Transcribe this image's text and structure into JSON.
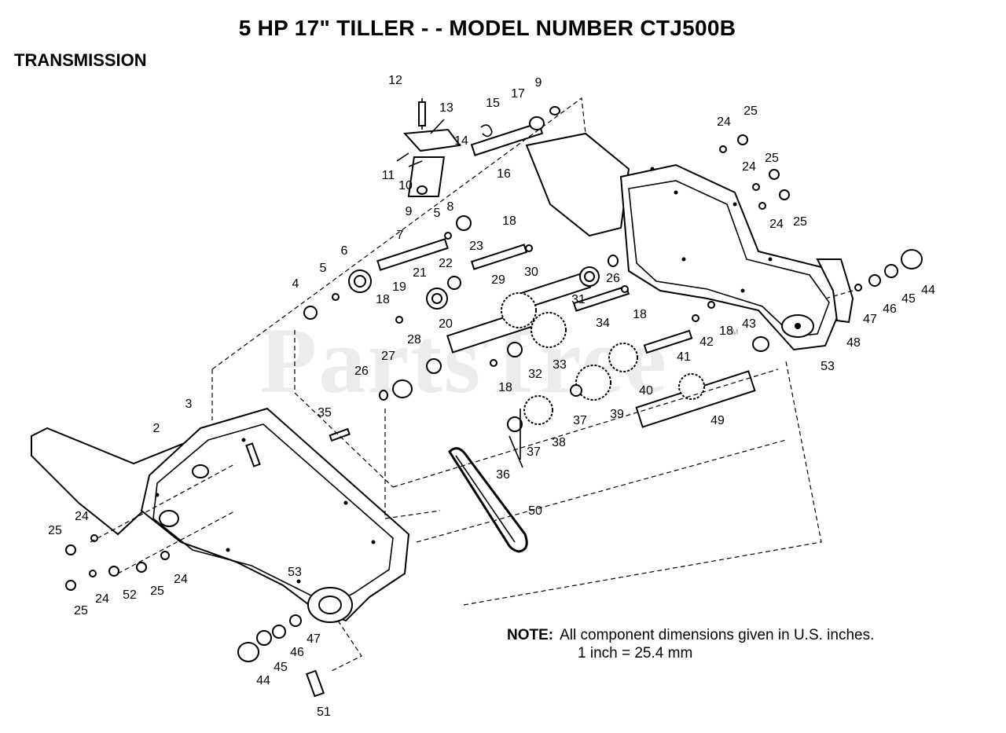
{
  "header": {
    "title": "5 HP 17\" TILLER - - MODEL NUMBER CTJ500B",
    "section": "TRANSMISSION"
  },
  "watermark": {
    "text": "PartsTree",
    "tm": "TM"
  },
  "note": {
    "label": "NOTE:",
    "line1": "All component dimensions given in U.S. inches.",
    "line2": "1 inch = 25.4 mm"
  },
  "callouts": [
    {
      "id": "c2",
      "text": "2"
    },
    {
      "id": "c3",
      "text": "3"
    },
    {
      "id": "c4",
      "text": "4"
    },
    {
      "id": "c5a",
      "text": "5"
    },
    {
      "id": "c5b",
      "text": "5"
    },
    {
      "id": "c6",
      "text": "6"
    },
    {
      "id": "c7",
      "text": "7"
    },
    {
      "id": "c8",
      "text": "8"
    },
    {
      "id": "c9a",
      "text": "9"
    },
    {
      "id": "c9b",
      "text": "9"
    },
    {
      "id": "c10",
      "text": "10"
    },
    {
      "id": "c11",
      "text": "11"
    },
    {
      "id": "c12",
      "text": "12"
    },
    {
      "id": "c13",
      "text": "13"
    },
    {
      "id": "c14",
      "text": "14"
    },
    {
      "id": "c15",
      "text": "15"
    },
    {
      "id": "c16",
      "text": "16"
    },
    {
      "id": "c17",
      "text": "17"
    },
    {
      "id": "c18a",
      "text": "18"
    },
    {
      "id": "c18b",
      "text": "18"
    },
    {
      "id": "c18c",
      "text": "18"
    },
    {
      "id": "c18d",
      "text": "18"
    },
    {
      "id": "c18e",
      "text": "18"
    },
    {
      "id": "c19",
      "text": "19"
    },
    {
      "id": "c20",
      "text": "20"
    },
    {
      "id": "c21",
      "text": "21"
    },
    {
      "id": "c22",
      "text": "22"
    },
    {
      "id": "c23",
      "text": "23"
    },
    {
      "id": "c24a",
      "text": "24"
    },
    {
      "id": "c24b",
      "text": "24"
    },
    {
      "id": "c24c",
      "text": "24"
    },
    {
      "id": "c24d",
      "text": "24"
    },
    {
      "id": "c24e",
      "text": "24"
    },
    {
      "id": "c24f",
      "text": "24"
    },
    {
      "id": "c25a",
      "text": "25"
    },
    {
      "id": "c25b",
      "text": "25"
    },
    {
      "id": "c25c",
      "text": "25"
    },
    {
      "id": "c25d",
      "text": "25"
    },
    {
      "id": "c25e",
      "text": "25"
    },
    {
      "id": "c25f",
      "text": "25"
    },
    {
      "id": "c26a",
      "text": "26"
    },
    {
      "id": "c26b",
      "text": "26"
    },
    {
      "id": "c27",
      "text": "27"
    },
    {
      "id": "c28",
      "text": "28"
    },
    {
      "id": "c29",
      "text": "29"
    },
    {
      "id": "c30",
      "text": "30"
    },
    {
      "id": "c31",
      "text": "31"
    },
    {
      "id": "c32",
      "text": "32"
    },
    {
      "id": "c33",
      "text": "33"
    },
    {
      "id": "c34",
      "text": "34"
    },
    {
      "id": "c35",
      "text": "35"
    },
    {
      "id": "c36",
      "text": "36"
    },
    {
      "id": "c37a",
      "text": "37"
    },
    {
      "id": "c37b",
      "text": "37"
    },
    {
      "id": "c38",
      "text": "38"
    },
    {
      "id": "c39",
      "text": "39"
    },
    {
      "id": "c40",
      "text": "40"
    },
    {
      "id": "c41",
      "text": "41"
    },
    {
      "id": "c42",
      "text": "42"
    },
    {
      "id": "c43",
      "text": "43"
    },
    {
      "id": "c44a",
      "text": "44"
    },
    {
      "id": "c44b",
      "text": "44"
    },
    {
      "id": "c45a",
      "text": "45"
    },
    {
      "id": "c45b",
      "text": "45"
    },
    {
      "id": "c46a",
      "text": "46"
    },
    {
      "id": "c46b",
      "text": "46"
    },
    {
      "id": "c47a",
      "text": "47"
    },
    {
      "id": "c47b",
      "text": "47"
    },
    {
      "id": "c48",
      "text": "48"
    },
    {
      "id": "c49",
      "text": "49"
    },
    {
      "id": "c50",
      "text": "50"
    },
    {
      "id": "c51",
      "text": "51"
    },
    {
      "id": "c52",
      "text": "52"
    },
    {
      "id": "c53a",
      "text": "53"
    },
    {
      "id": "c53b",
      "text": "53"
    }
  ]
}
